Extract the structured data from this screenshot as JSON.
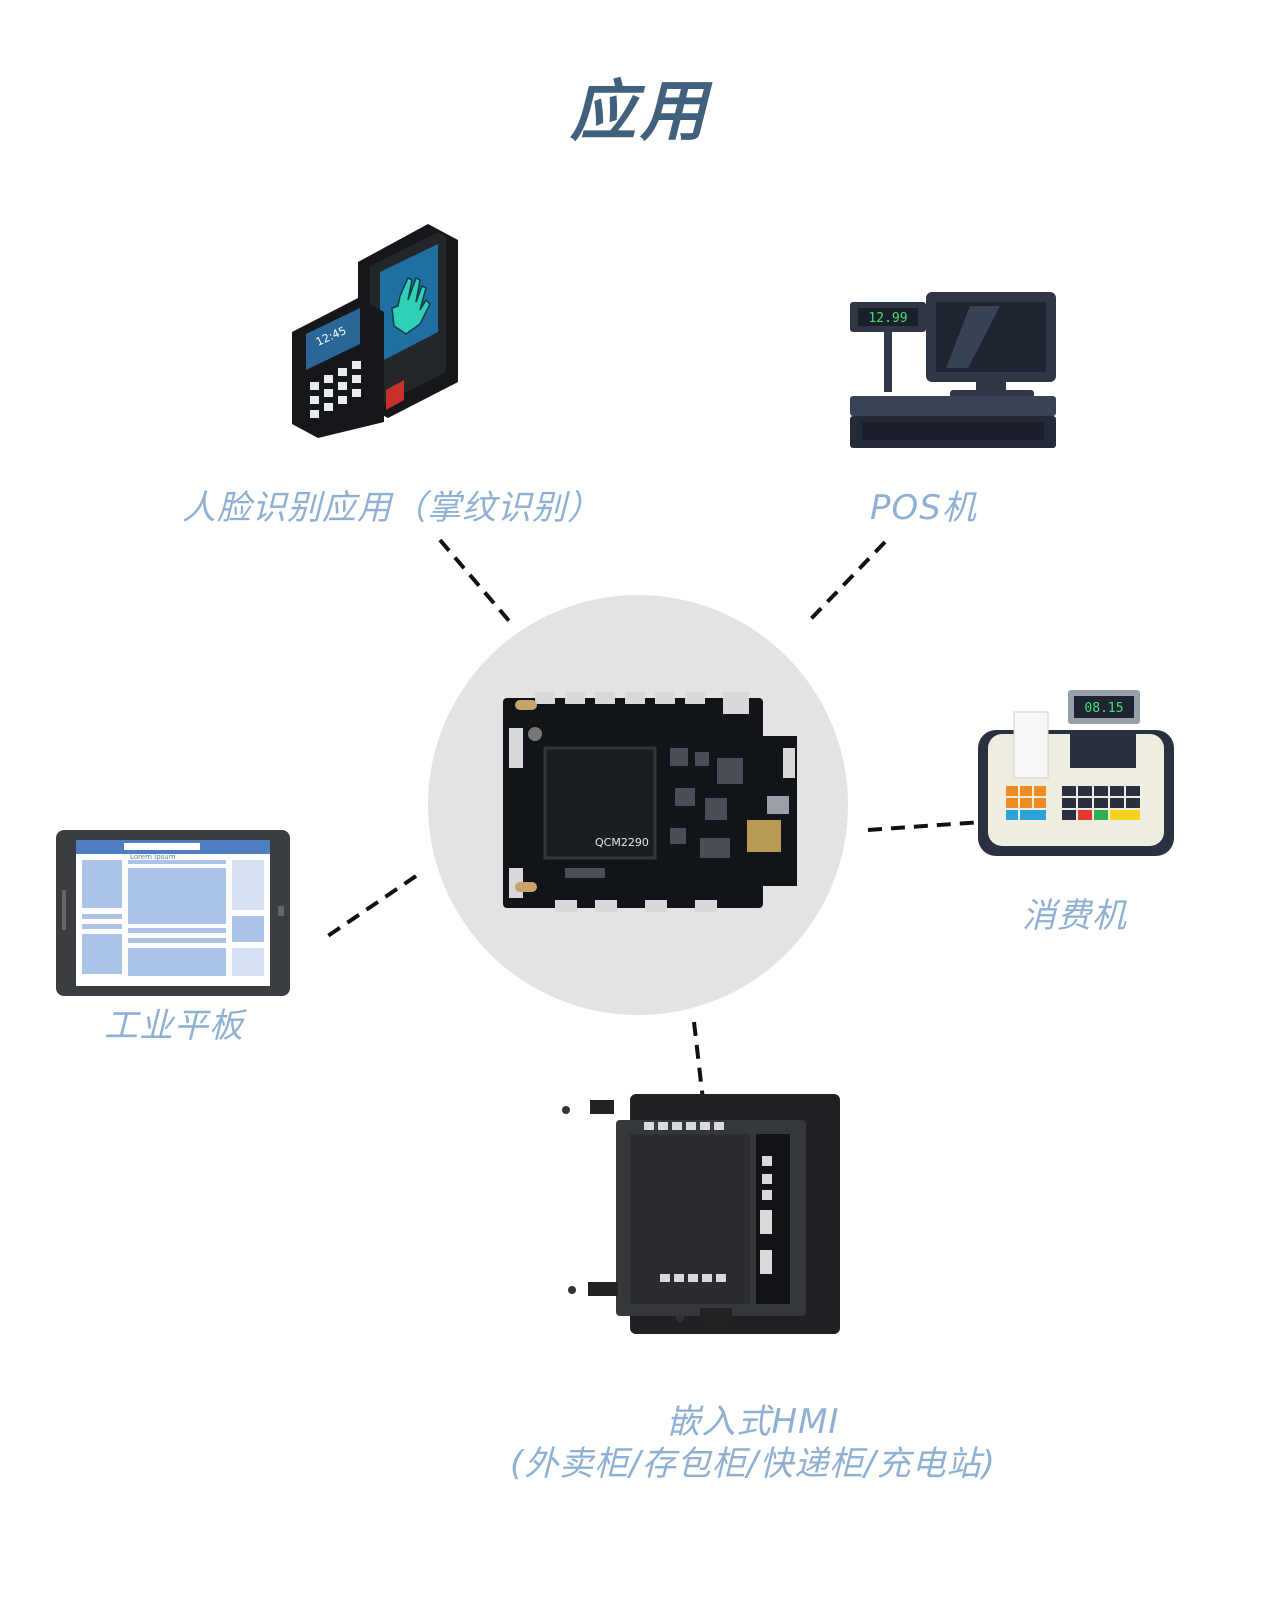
{
  "title": "应用",
  "center": {
    "board_chip_label": "QCM2290"
  },
  "applications": [
    {
      "key": "face",
      "label": "人脸识别应用（掌纹识别）",
      "screen_time": "12:45"
    },
    {
      "key": "pos",
      "label": "POS机",
      "display_value": "12.99"
    },
    {
      "key": "consumer",
      "label": "消费机",
      "display_value": "08.15"
    },
    {
      "key": "tablet",
      "label": "工业平板",
      "screen_text": "Lorem Ipsum"
    },
    {
      "key": "hmi",
      "label_line1": "嵌入式HMI",
      "label_line2": "(外卖柜/存包柜/快递柜/充电站)"
    }
  ],
  "colors": {
    "title": "#40607e",
    "label": "#8fb0d2",
    "circle": "#e3e3e3",
    "connector": "#111111"
  }
}
